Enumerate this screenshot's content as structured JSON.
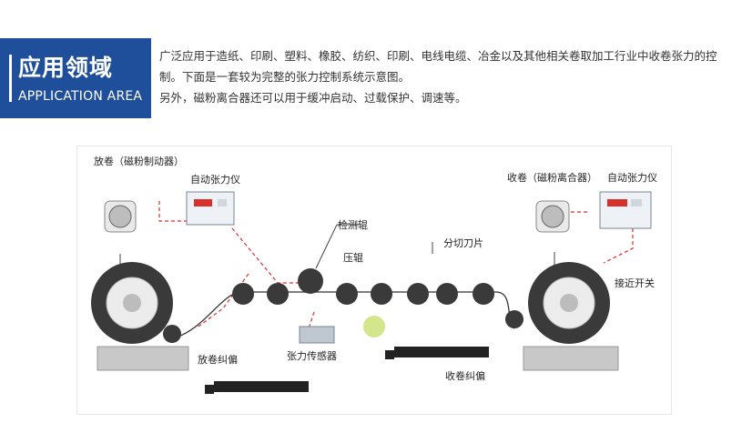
{
  "header": {
    "title_cn": "应用领域",
    "title_en": "APPLICATION AREA"
  },
  "intro": {
    "paragraph1": "广泛应用于造纸、印刷、塑料、橡胶、纺织、印刷、电线电缆、冶金以及其他相关卷取加工行业中收卷张力的控制。下面是一套较为完整的张力控制系统示意图。",
    "paragraph2": "另外，磁粉离合器还可以用于缓冲启动、过载保护、调速等。"
  },
  "diagram": {
    "labels": {
      "unwind": "放卷（磁粉制动器）",
      "auto_tension_left": "自动张力仪",
      "detection_roller": "检测辊",
      "pressure_roller": "压辊",
      "slitting_knife": "分切刀片",
      "rewind": "收卷（磁粉离合器）",
      "auto_tension_right": "自动张力仪",
      "proximity_switch": "接近开关",
      "tension_sensor": "张力传感器",
      "unwind_correction": "放卷纠偏",
      "rewind_correction": "收卷纠偏"
    },
    "colors": {
      "accent_red": "#d9302c",
      "roller_dark": "#3a3a3a",
      "roller_green": "#d4e68c"
    }
  }
}
